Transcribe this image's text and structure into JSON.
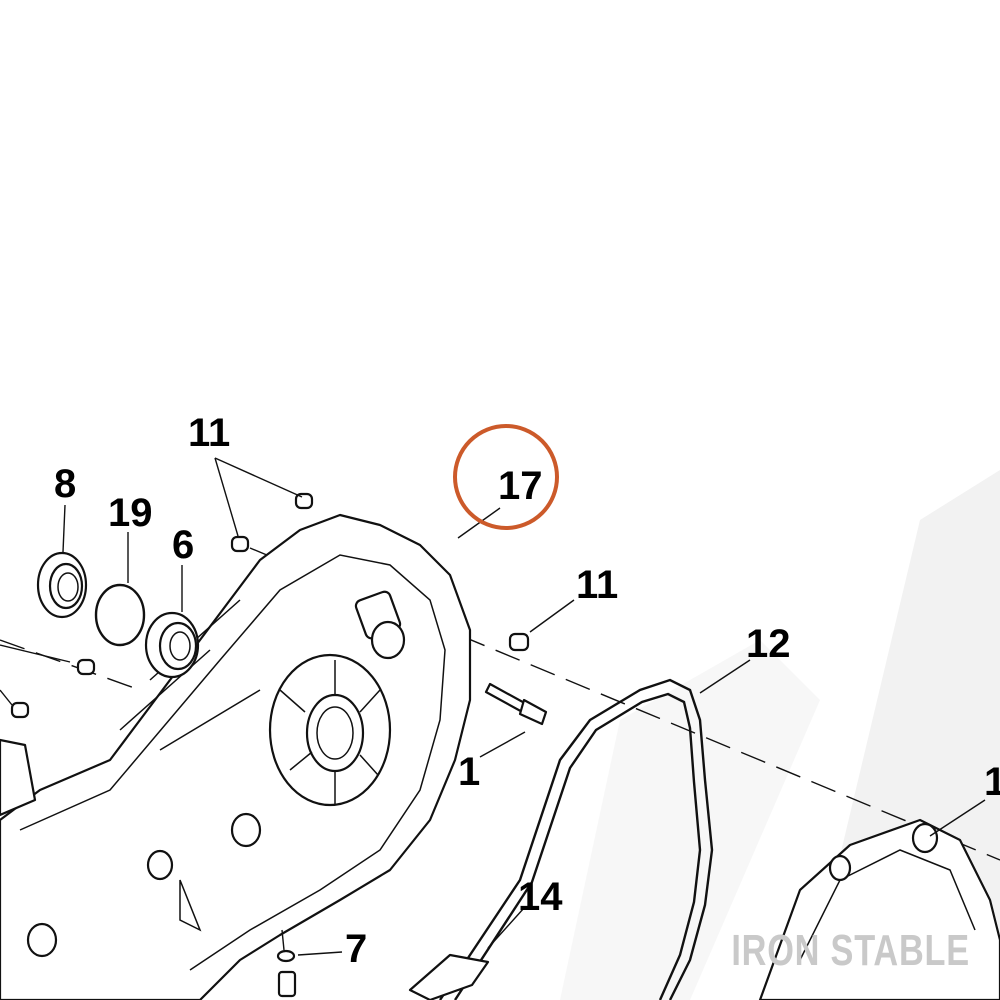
{
  "watermark": {
    "brand": "IRON STABLE"
  },
  "callouts": {
    "c11_top": "11",
    "c8": "8",
    "c19": "19",
    "c6": "6",
    "c17": "17",
    "c11_right": "11",
    "c12": "12",
    "c1": "1",
    "c1_edge": "1",
    "c14": "14",
    "c7": "7"
  },
  "highlighted_callout": "17",
  "colors": {
    "line": "#111111",
    "highlight_ring": "#cc5a2a",
    "watermark": "#c9c9c9"
  }
}
